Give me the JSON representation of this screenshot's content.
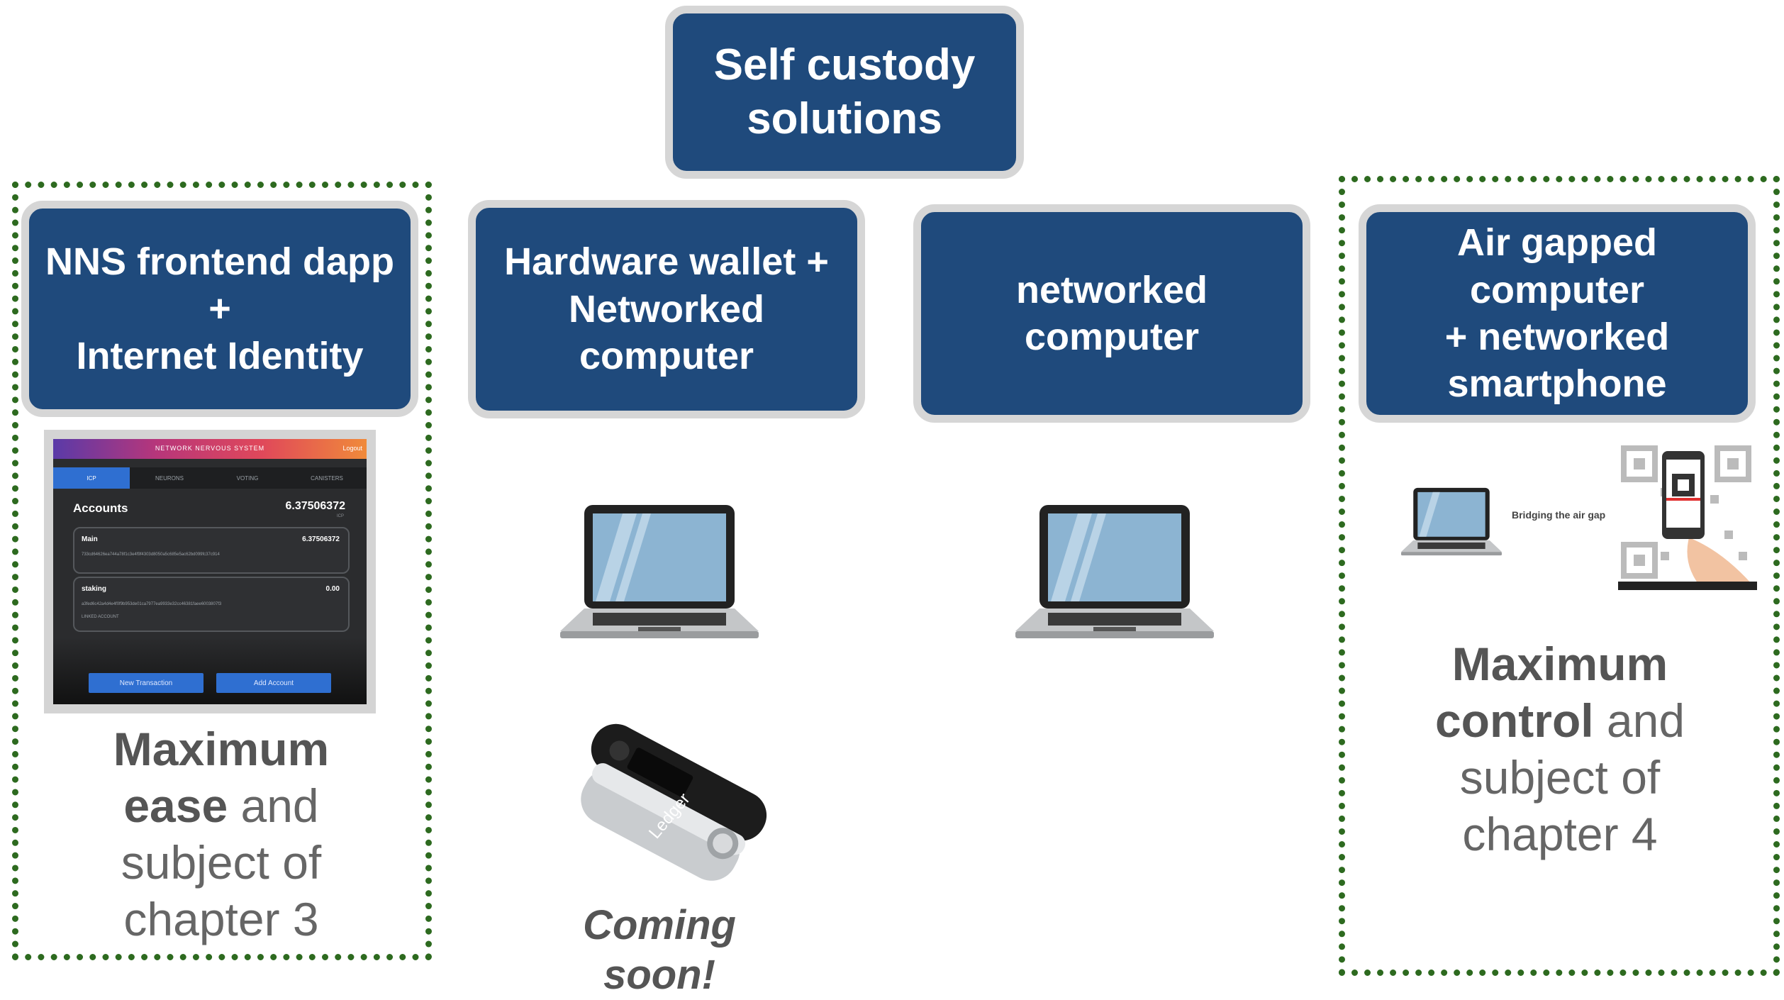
{
  "diagram": {
    "root": "Self custody\nsolutions",
    "options": [
      {
        "label": "NNS frontend dapp +\nInternet Identity"
      },
      {
        "label": "Hardware wallet +\nNetworked\ncomputer"
      },
      {
        "label": "networked\ncomputer"
      },
      {
        "label": "Air gapped computer\n+ networked\nsmartphone"
      }
    ],
    "caption_left": {
      "bold": "Maximum\nease",
      "rest": " and\nsubject of\nchapter 3"
    },
    "caption_right": {
      "bold": "Maximum\ncontrol",
      "rest": " and\nsubject of\nchapter 4"
    },
    "coming_soon": "Coming\nsoon!",
    "air_gap_label": "Bridging the air gap",
    "ledger_text": "Ledger",
    "colors": {
      "box_fill": "#1f4a7c",
      "box_border": "#d6d6d6",
      "dashed_border": "#2d6a1f",
      "caption": "#666666"
    }
  },
  "nns_screenshot": {
    "title": "NETWORK NERVOUS SYSTEM",
    "logout": "Logout",
    "tabs": [
      "ICP",
      "NEURONS",
      "VOTING",
      "CANISTERS"
    ],
    "accounts_label": "Accounts",
    "total": "6.37506372",
    "unit": "ICP",
    "accounts": [
      {
        "name": "Main",
        "amount": "6.37506372",
        "id": "733cd64626ea744a78f1c3e4f9f4303d8050a5c685e5ac62bd099fc37c914",
        "tag": ""
      },
      {
        "name": "staking",
        "amount": "0.00",
        "id": "a3fed6c42a4d4e4f0f9b953de01ca7977ea9933e32cc46381faee6003807f3",
        "tag": "LINKED ACCOUNT"
      }
    ],
    "buttons": [
      "New Transaction",
      "Add Account"
    ]
  }
}
